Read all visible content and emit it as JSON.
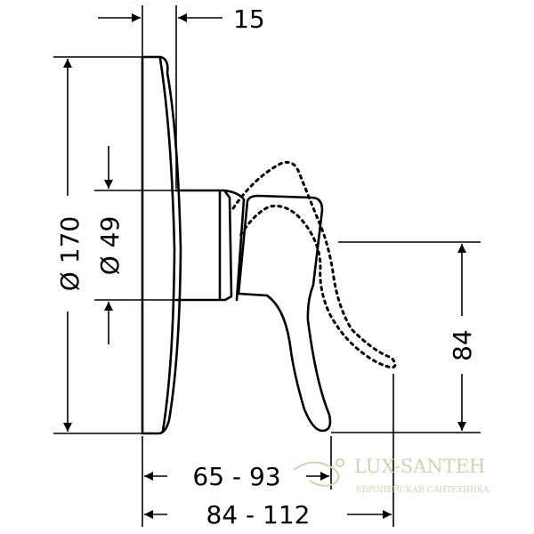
{
  "dimensions": {
    "top_depth": "15",
    "outer_diameter": "Ø 170",
    "inner_diameter": "Ø 49",
    "lever_height": "84",
    "depth_range_1": "65 - 93",
    "depth_range_2": "84 - 112"
  },
  "watermark": {
    "brand": "LUX-SANTEH",
    "tagline": "ЕВРОПЕЙСКАЯ САНТЕХНИКА"
  },
  "colors": {
    "line": "#000000",
    "watermark": "#d9cdb8"
  }
}
